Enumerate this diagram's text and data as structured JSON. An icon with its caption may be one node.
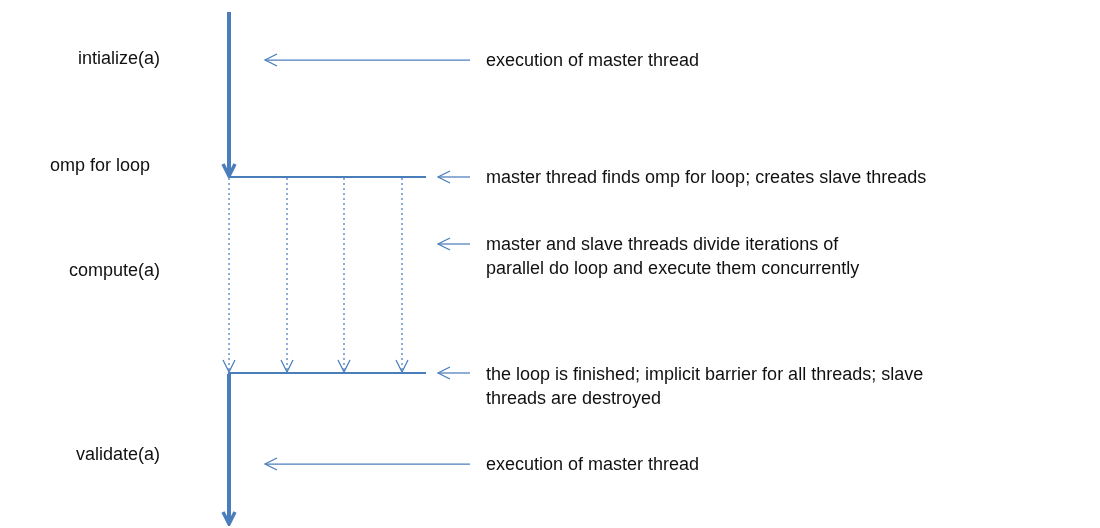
{
  "diagram": {
    "nodes": [
      {
        "text": [
          "execution of master thread"
        ]
      },
      {
        "text": [],
        "shape": "bar"
      },
      {
        "text": [
          "master thread finds omp for loop; creates slave threads"
        ]
      },
      {
        "text": [
          "master and slave threads divide iterations of parallel do loop and execute them concurrently"
        ]
      },
      {
        "text": [],
        "shape": "bar"
      },
      {
        "text": [
          "the loop is finished; implicit barrier for all threads; slave threads are destroyed"
        ]
      },
      {
        "text": [
          "execution of master thread"
        ]
      }
    ],
    "edges": [
      {
        "from": null,
        "to": 1,
        "arrow": "to",
        "style": "thick"
      },
      {
        "from": 1,
        "to": 4,
        "arrow": "to",
        "style": "dashed"
      },
      {
        "from": 1,
        "to": 4,
        "arrow": "to",
        "style": "dashed"
      },
      {
        "from": 1,
        "to": 4,
        "arrow": "to",
        "style": "dashed"
      },
      {
        "from": 1,
        "to": 4,
        "arrow": "to",
        "style": "dashed"
      },
      {
        "from": 4,
        "to": null,
        "arrow": "to",
        "style": "thick"
      },
      {
        "from": 0,
        "to": null,
        "arrow": "to"
      },
      {
        "from": 2,
        "to": 1,
        "arrow": "to"
      },
      {
        "from": 3,
        "to": null,
        "arrow": "to"
      },
      {
        "from": 5,
        "to": 4,
        "arrow": "to"
      },
      {
        "from": 6,
        "to": null,
        "arrow": "to"
      }
    ],
    "labels": [
      "intialize(a)",
      "omp for loop",
      "compute(a)",
      "validate(a)"
    ]
  }
}
